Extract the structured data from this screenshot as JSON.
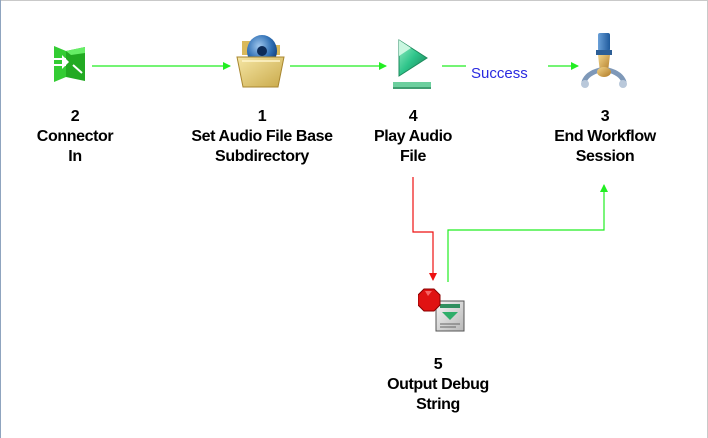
{
  "colors": {
    "flow_line": "#22ee22",
    "error_line": "#ee1111",
    "edge_label": "#2a2ae0"
  },
  "nodes": {
    "connector_in": {
      "number": "2",
      "name_line1": "Connector",
      "name_line2": "In",
      "icon": "connector-in-icon"
    },
    "set_audio": {
      "number": "1",
      "name_line1": "Set Audio File Base",
      "name_line2": "Subdirectory",
      "icon": "folder-icon"
    },
    "play_audio": {
      "number": "4",
      "name_line1": "Play Audio",
      "name_line2": "File",
      "icon": "play-icon"
    },
    "end_workflow": {
      "number": "3",
      "name_line1": "End Workflow",
      "name_line2": "Session",
      "icon": "end-session-icon"
    },
    "output_debug": {
      "number": "5",
      "name_line1": "Output Debug",
      "name_line2": "String",
      "icon": "debug-output-icon"
    }
  },
  "edges": {
    "success_label": "Success"
  }
}
